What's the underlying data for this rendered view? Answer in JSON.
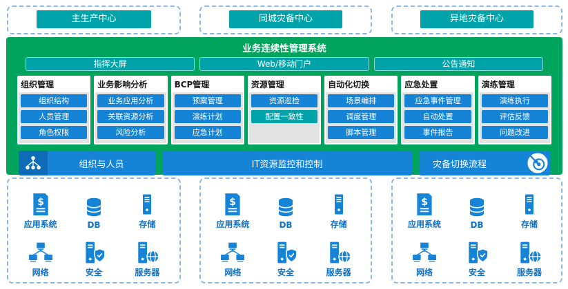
{
  "colors": {
    "teal": "#00A3A9",
    "green": "#00A45C",
    "blue": "#1583D6",
    "dark_blue": "#0D6CB5",
    "dashed_border": "#8AB6E6",
    "label_blue": "#0E72C8"
  },
  "centers": [
    {
      "label": "主生产中心"
    },
    {
      "label": "同城灾备中心"
    },
    {
      "label": "异地灾备中心"
    }
  ],
  "system": {
    "title": "业务连续性管理系统",
    "portals": [
      {
        "label": "指挥大屏"
      },
      {
        "label": "Web/移动门户"
      },
      {
        "label": "公告通知"
      }
    ],
    "modules": [
      {
        "title": "组织管理",
        "items": [
          "组织结构",
          "人员管理",
          "角色权限"
        ]
      },
      {
        "title": "业务影响分析",
        "items": [
          "业务应用分析",
          "关联资源分析",
          "风险分析"
        ]
      },
      {
        "title": "BCP管理",
        "items": [
          "预案管理",
          "演练计划",
          "应急计划"
        ]
      },
      {
        "title": "资源管理",
        "items": [
          "资源巡检",
          "配置一致性"
        ]
      },
      {
        "title": "自动化切换",
        "items": [
          "场景编排",
          "调度管理",
          "脚本管理"
        ]
      },
      {
        "title": "应急处置",
        "items": [
          "应急事件管理",
          "自动处置",
          "事件报告"
        ]
      },
      {
        "title": "演练管理",
        "items": [
          "演练执行",
          "评估反馈",
          "问题改进"
        ]
      }
    ],
    "bars": {
      "org_people": "组织与人员",
      "it_monitor": "IT资源监控和控制",
      "dr_switch": "灾备切换流程"
    }
  },
  "infrastructure": {
    "items": [
      {
        "label": "应用系统",
        "icon": "app-system-icon"
      },
      {
        "label": "DB",
        "icon": "database-icon"
      },
      {
        "label": "存储",
        "icon": "storage-icon"
      },
      {
        "label": "网络",
        "icon": "network-icon"
      },
      {
        "label": "安全",
        "icon": "security-icon"
      },
      {
        "label": "服务器",
        "icon": "server-icon"
      }
    ]
  }
}
